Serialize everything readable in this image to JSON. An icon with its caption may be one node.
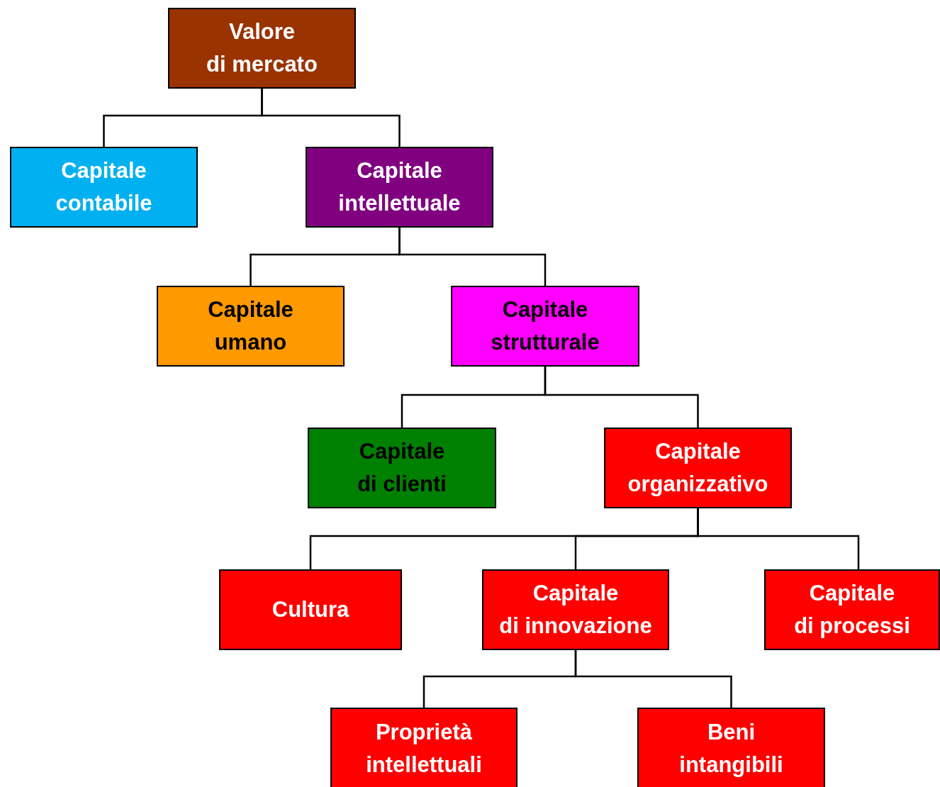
{
  "diagram": {
    "nodes": [
      {
        "text": [
          "Valore di mercato"
        ]
      },
      {
        "text": [
          "Capitale contabile"
        ]
      },
      {
        "text": [
          "Capitale intellettuale"
        ]
      },
      {
        "text": [
          "Capitale umano"
        ]
      },
      {
        "text": [
          "Capitale strutturale"
        ]
      },
      {
        "text": [
          "Capitale di clienti"
        ]
      },
      {
        "text": [
          "Capitale organizzativo"
        ]
      },
      {
        "text": [
          "Cultura"
        ]
      },
      {
        "text": [
          "Capitale di innovazione"
        ]
      },
      {
        "text": [
          "Capitale di processi"
        ]
      },
      {
        "text": [
          "Proprietà intellettuali"
        ]
      },
      {
        "text": [
          "Beni intangibili"
        ]
      }
    ],
    "edges": [
      {
        "from": 0,
        "to": 1,
        "arrow": "none"
      },
      {
        "from": 0,
        "to": 2,
        "arrow": "none"
      },
      {
        "from": 2,
        "to": 3,
        "arrow": "none"
      },
      {
        "from": 2,
        "to": 4,
        "arrow": "none"
      },
      {
        "from": 4,
        "to": 5,
        "arrow": "none"
      },
      {
        "from": 4,
        "to": 6,
        "arrow": "none"
      },
      {
        "from": 6,
        "to": 7,
        "arrow": "none"
      },
      {
        "from": 6,
        "to": 8,
        "arrow": "none"
      },
      {
        "from": 6,
        "to": 9,
        "arrow": "none"
      },
      {
        "from": 8,
        "to": 10,
        "arrow": "none"
      },
      {
        "from": 8,
        "to": 11,
        "arrow": "none"
      }
    ]
  }
}
